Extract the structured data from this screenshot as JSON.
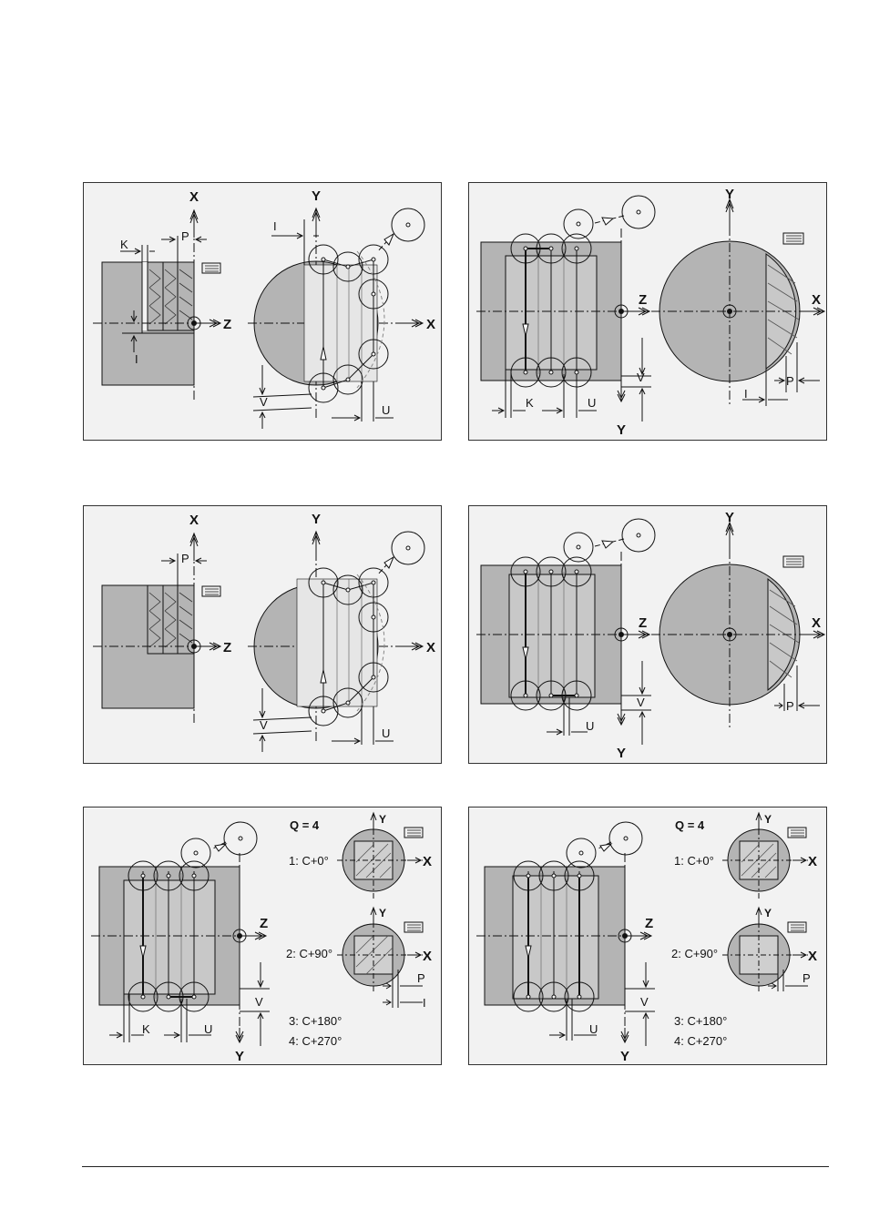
{
  "diagram_labels": {
    "axes": {
      "x": "X",
      "y": "Y",
      "z": "Z"
    },
    "params": {
      "p": "P",
      "k": "K",
      "i": "I",
      "u": "U",
      "v": "V"
    },
    "q_title": "Q = 4",
    "positions": [
      "1: C+0°",
      "2: C+90°",
      "3: C+180°",
      "4: C+270°"
    ]
  },
  "colors": {
    "material": "#b4b4b4",
    "panel_bg": "#f2f2f2",
    "line": "#111111"
  }
}
